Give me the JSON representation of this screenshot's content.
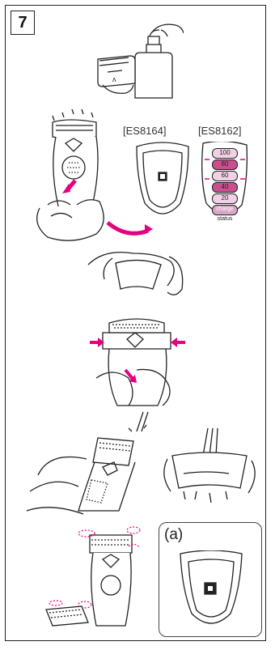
{
  "step": {
    "number": "7"
  },
  "models": {
    "left": "[ES8164]",
    "right": "[ES8162]"
  },
  "indicator": {
    "levels": [
      "100",
      "80",
      "60",
      "40",
      "20"
    ],
    "charge_label": "charge",
    "status_label": "status"
  },
  "inset": {
    "label": "(a)"
  },
  "colors": {
    "accent": "#e6007e",
    "line": "#222222",
    "indicator_fill": "#d9a6c8"
  }
}
